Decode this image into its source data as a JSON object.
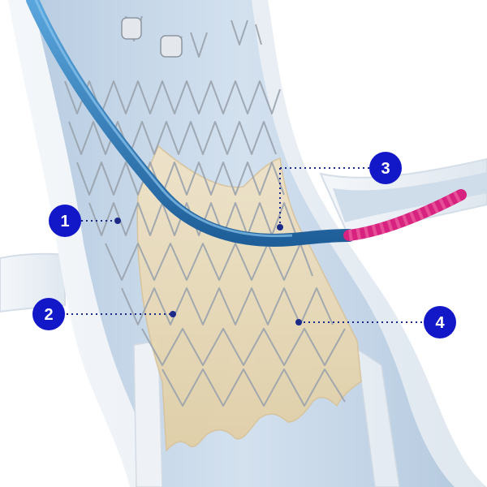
{
  "colors": {
    "background": "#ffffff",
    "vessel_wall": "#e7edf4",
    "vessel_lumen": "#c9d9ea",
    "frame_metal": "#9aa3ad",
    "skirt_tissue": "#e9d9b7",
    "catheter": "#2f7fc0",
    "catheter_tip": "#d7237f",
    "marker_fill": "#1218c8",
    "marker_text": "#ffffff",
    "leader_line": "#1c2a8a"
  },
  "markers": [
    {
      "label": "1",
      "icon": "numbered-circle"
    },
    {
      "label": "2",
      "icon": "numbered-circle"
    },
    {
      "label": "3",
      "icon": "numbered-circle"
    },
    {
      "label": "4",
      "icon": "numbered-circle"
    }
  ]
}
